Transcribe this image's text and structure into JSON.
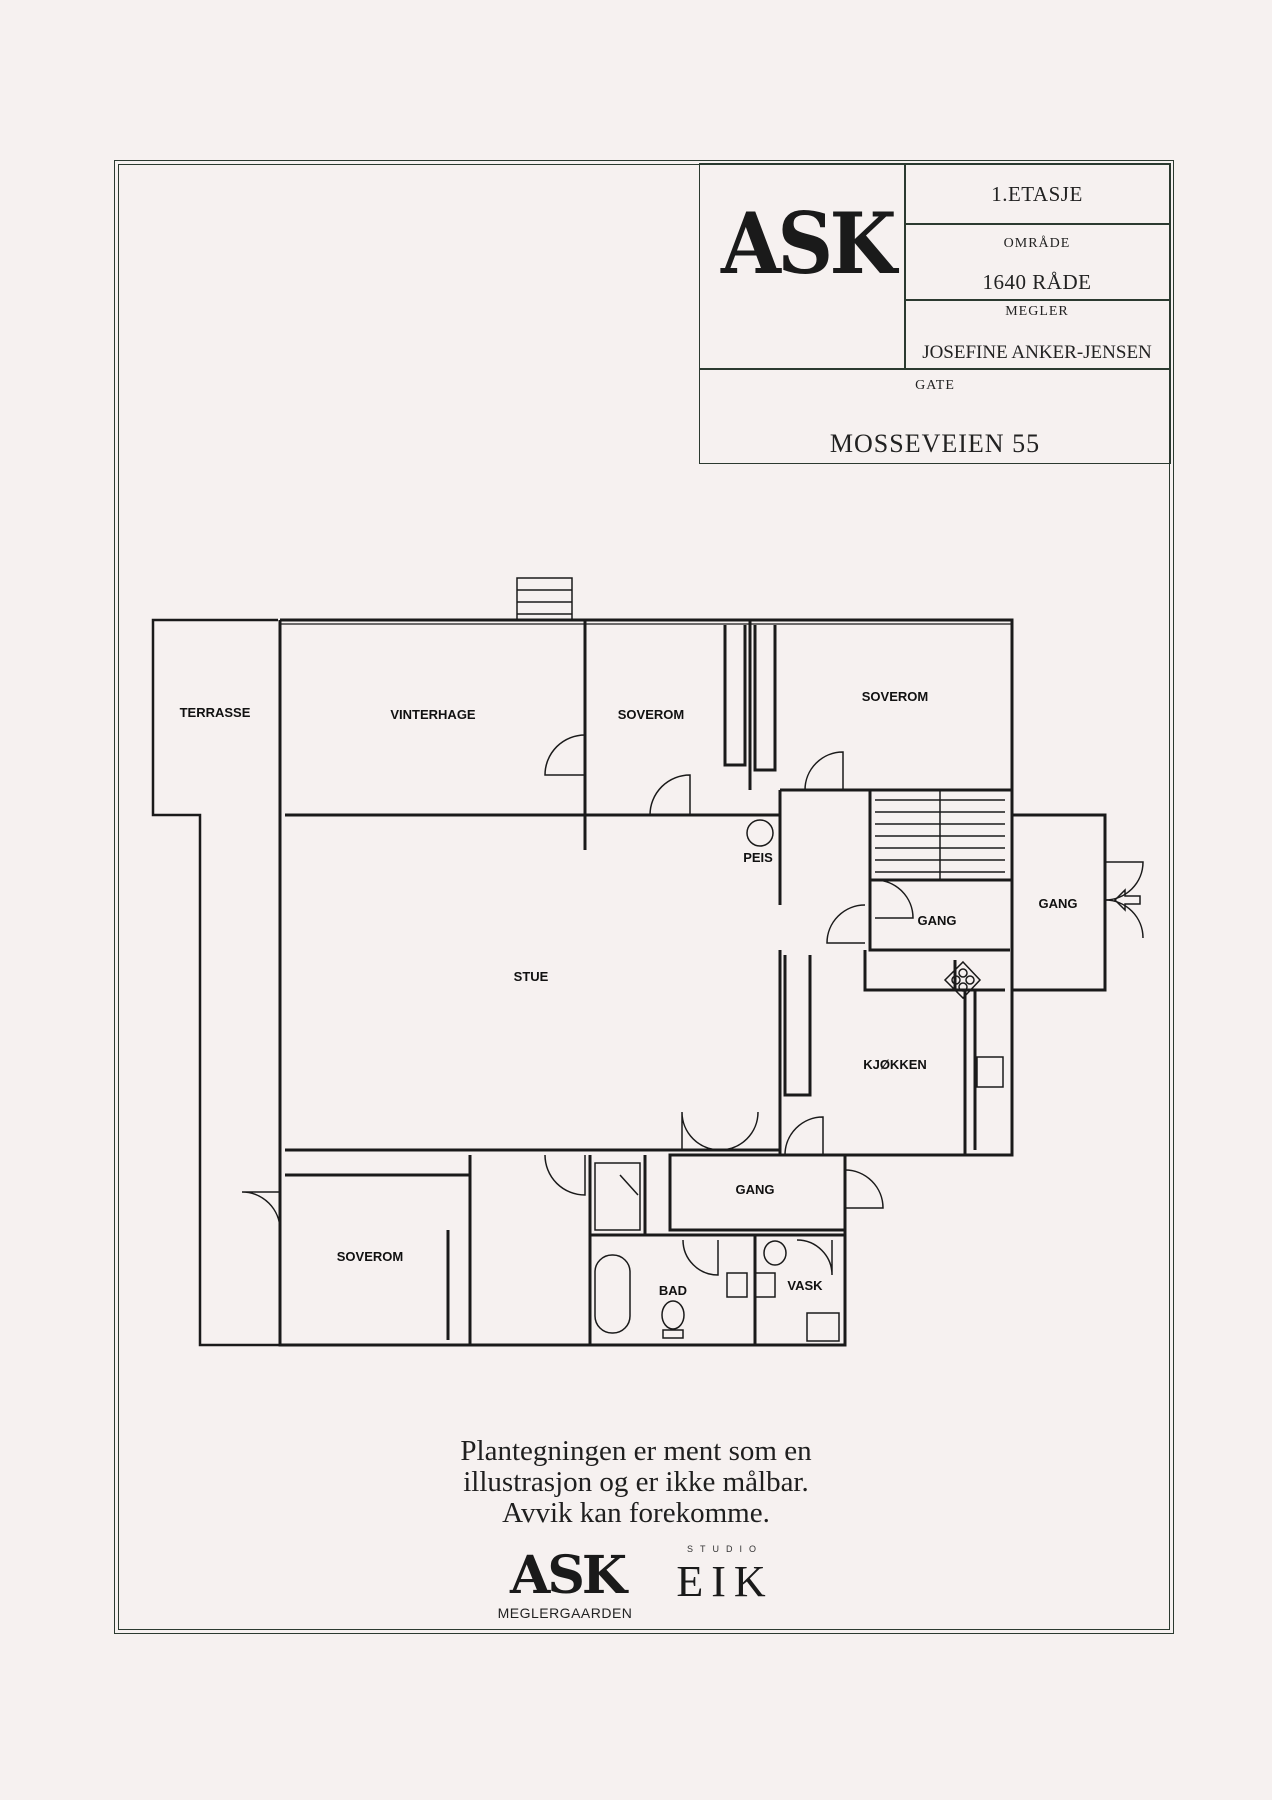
{
  "title_block": {
    "floor": "1.ETASJE",
    "area_label": "OMRÅDE",
    "area_value": "1640 RÅDE",
    "broker_label": "MEGLER",
    "broker_value": "JOSEFINE ANKER-JENSEN",
    "street_label": "GATE",
    "street_value": "MOSSEVEIEN 55"
  },
  "logos": {
    "main": "ASK",
    "footer_main": "ASK",
    "footer_main_sub": "MEGLERGAARDEN",
    "studio_top": "STUDIO",
    "studio_main": "EIK"
  },
  "rooms": {
    "terrasse": "TERRASSE",
    "vinterhage": "VINTERHAGE",
    "soverom_1": "SOVEROM",
    "soverom_2": "SOVEROM",
    "peis": "PEIS",
    "gang_1": "GANG",
    "gang_2": "GANG",
    "stue": "STUE",
    "kjokken": "KJØKKEN",
    "gang_3": "GANG",
    "soverom_3": "SOVEROM",
    "bad": "BAD",
    "vask": "VASK"
  },
  "disclaimer": {
    "line1": "Plantegningen er ment som en",
    "line2": "illustrasjon og er ikke målbar.",
    "line3": "Avvik kan forekomme."
  },
  "colors": {
    "background": "#f6f1f0",
    "frame": "#2b3a30",
    "walls": "#1a1a1a"
  }
}
